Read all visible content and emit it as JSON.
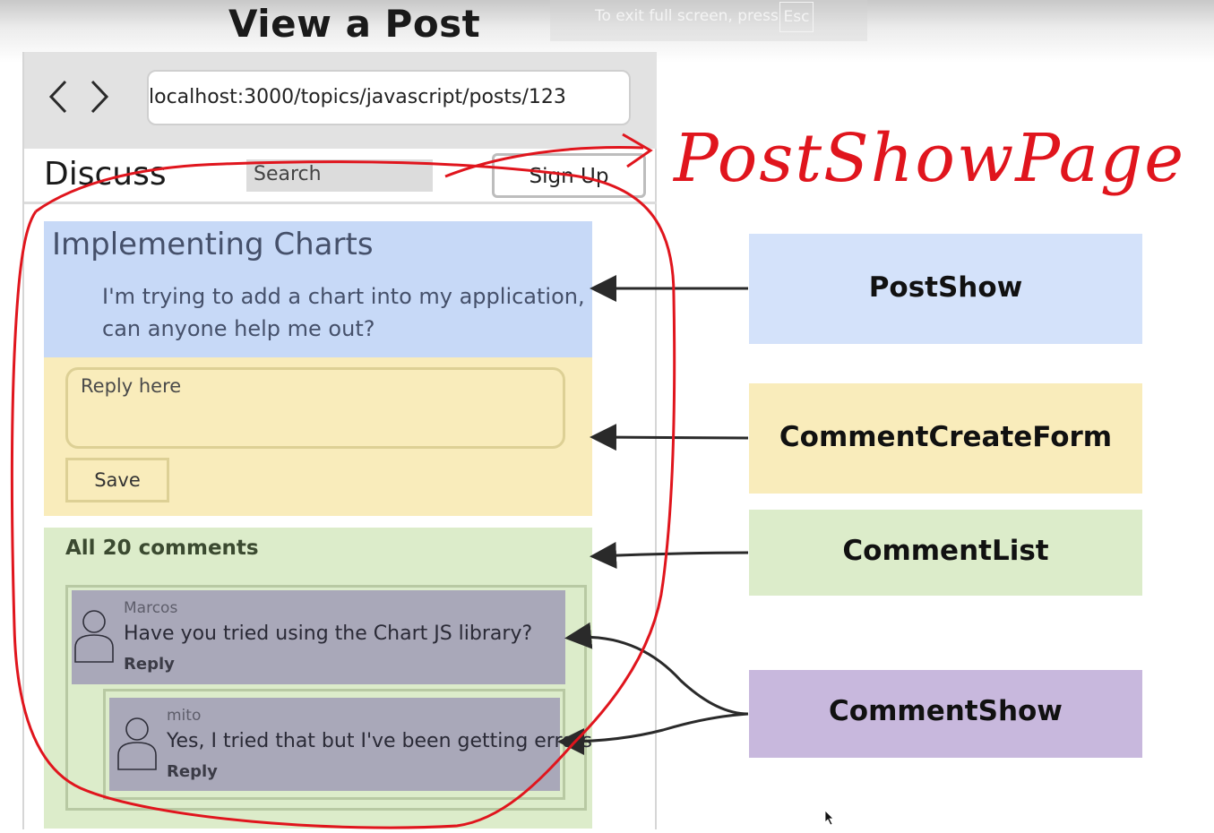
{
  "page_title": "View a Post",
  "fullscreen_hint": {
    "text": "To exit full screen, press",
    "key": "Esc"
  },
  "browser": {
    "url": "localhost:3000/topics/javascript/posts/123"
  },
  "app": {
    "brand": "Discuss",
    "search_placeholder": "Search",
    "signup_label": "Sign Up"
  },
  "post": {
    "title": "Implementing Charts",
    "body": "I'm trying to add a chart into my application, can anyone help me out?"
  },
  "comment_form": {
    "placeholder": "Reply here",
    "save_label": "Save"
  },
  "comment_list": {
    "count_label": "All 20 comments",
    "comments": [
      {
        "author": "Marcos",
        "text": "Have you tried using the Chart JS library?",
        "reply_label": "Reply"
      },
      {
        "author": "mito",
        "text": "Yes, I tried that but I've been getting errors",
        "reply_label": "Reply"
      }
    ]
  },
  "annotation": "PostShowPage",
  "components": [
    "PostShow",
    "CommentCreateForm",
    "CommentList",
    "CommentShow"
  ],
  "colors": {
    "post_show": "#c7d9f7",
    "comment_create_form": "#f9ecbb",
    "comment_list": "#dcecca",
    "comment_show": "#c8b8dd",
    "annotation": "#e0151d"
  }
}
